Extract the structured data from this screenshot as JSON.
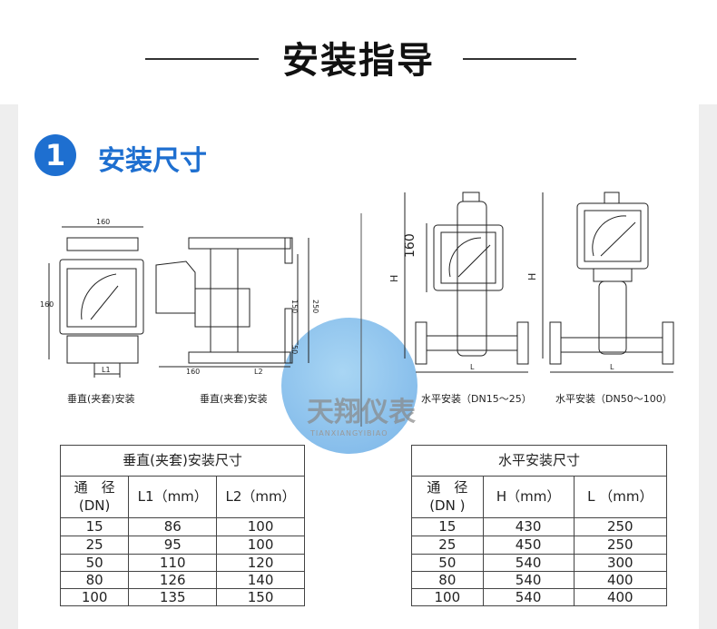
{
  "header": {
    "title": "安装指导"
  },
  "section": {
    "number": "1",
    "title": "安装尺寸"
  },
  "diagrams": [
    {
      "caption": "垂直(夹套)安装",
      "dims": [
        "160",
        "160",
        "L1"
      ]
    },
    {
      "caption": "垂直(夹套)安装",
      "dims": [
        "160",
        "L2",
        "150",
        "250",
        "50"
      ]
    },
    {
      "caption": "水平安装（DN15～25）",
      "dims": [
        "160",
        "H",
        "L"
      ]
    },
    {
      "caption": "水平安装（DN50～100）",
      "dims": [
        "H",
        "L"
      ]
    }
  ],
  "watermark": {
    "name": "天翔仪表",
    "pinyin": "TIANXIANGYIBIAO"
  },
  "table_vertical": {
    "title": "垂直(夹套)安装尺寸",
    "headers": [
      "通　径\n(DN)",
      "L1（mm）",
      "L2（mm）"
    ],
    "rows": [
      [
        "15",
        "86",
        "100"
      ],
      [
        "25",
        "95",
        "100"
      ],
      [
        "50",
        "110",
        "120"
      ],
      [
        "80",
        "126",
        "140"
      ],
      [
        "100",
        "135",
        "150"
      ]
    ]
  },
  "table_horizontal": {
    "title": "水平安装尺寸",
    "headers": [
      "通　径\n(DN )",
      "H（mm）",
      "L （mm）"
    ],
    "rows": [
      [
        "15",
        "430",
        "250"
      ],
      [
        "25",
        "450",
        "250"
      ],
      [
        "50",
        "540",
        "300"
      ],
      [
        "80",
        "540",
        "400"
      ],
      [
        "100",
        "540",
        "400"
      ]
    ]
  },
  "colors": {
    "accent": "#1e6fd0"
  }
}
